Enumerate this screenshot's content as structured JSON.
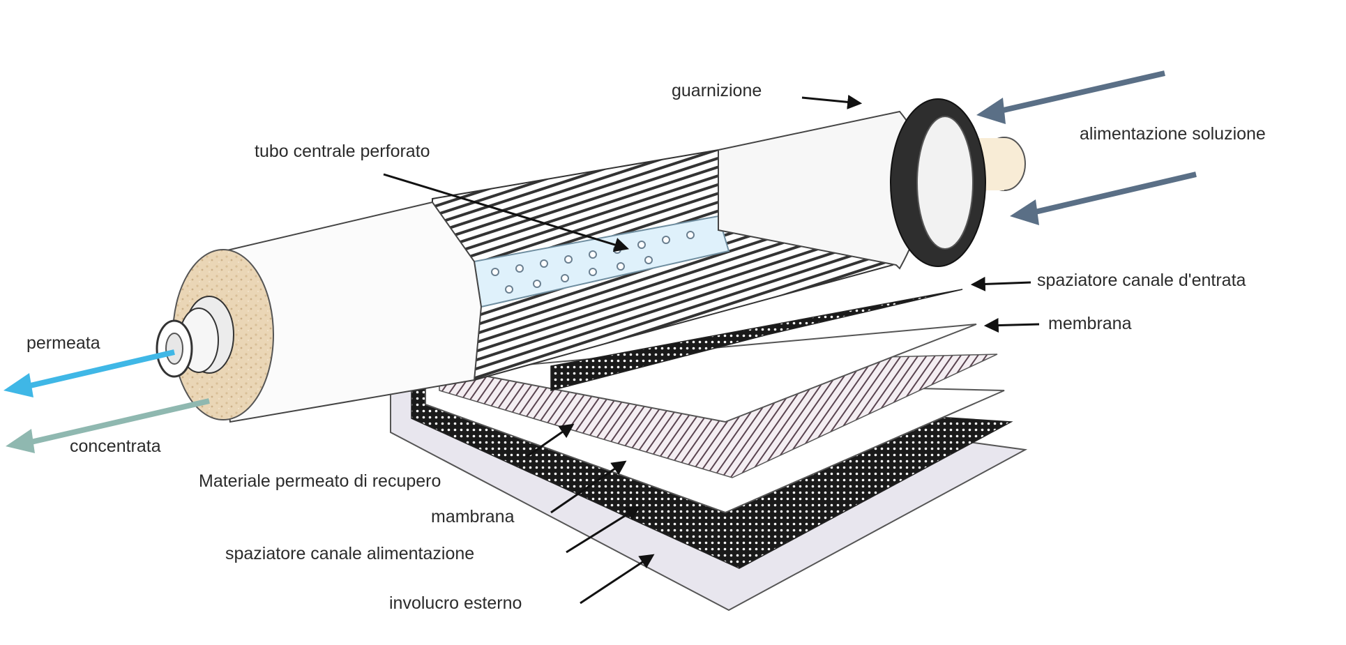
{
  "labels": {
    "guarnizione": "guarnizione",
    "alimentazione": "alimentazione soluzione",
    "tubo": "tubo centrale perforato",
    "spaziatore_entrata": "spaziatore canale d'entrata",
    "membrana_top": "membrana",
    "permeata": "permeata",
    "concentrata": "concentrata",
    "materiale": "Materiale permeato di recupero",
    "mambrana": "mambrana",
    "spaziatore_alim": "spaziatore canale alimentazione",
    "involucro": "involucro esterno"
  },
  "colors": {
    "permeate_arrow": "#3fb7e6",
    "concentrate_arrow": "#8fb8b0",
    "feed_arrow": "#5a6f86",
    "pointer": "#111111",
    "gasket": "#2e2e2e",
    "core_fill": "#e8d3b4"
  }
}
